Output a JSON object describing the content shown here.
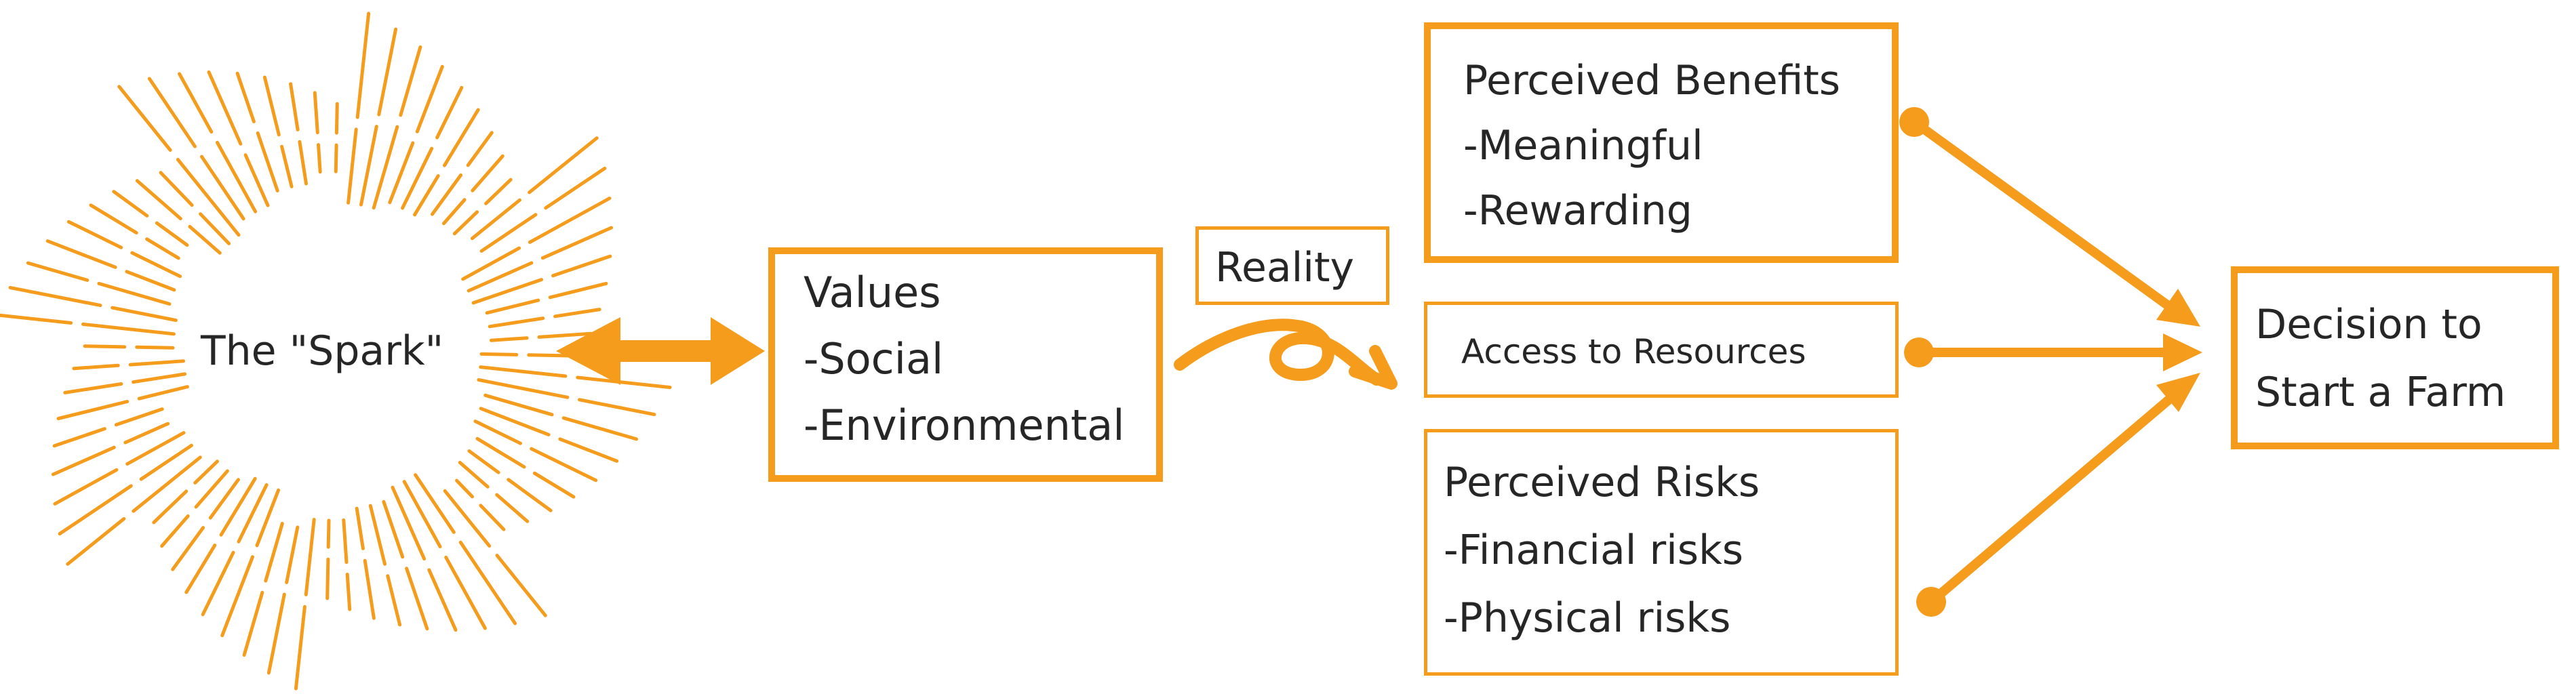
{
  "spark": {
    "label": "The \"Spark\""
  },
  "values_box": {
    "title": "Values",
    "items": [
      "-Social",
      "-Environmental"
    ]
  },
  "reality_label": "Reality",
  "benefits_box": {
    "title": "Perceived Benefits",
    "items": [
      "-Meaningful",
      "-Rewarding"
    ]
  },
  "resources_box": {
    "title": "Access to Resources"
  },
  "risks_box": {
    "title": "Perceived Risks",
    "items": [
      "-Financial risks",
      "-Physical risks"
    ]
  },
  "decision_box": {
    "lines": [
      "Decision to",
      "Start a Farm"
    ]
  },
  "colors": {
    "accent": "#f59c1c",
    "text": "#262626",
    "background": "#ffffff"
  }
}
